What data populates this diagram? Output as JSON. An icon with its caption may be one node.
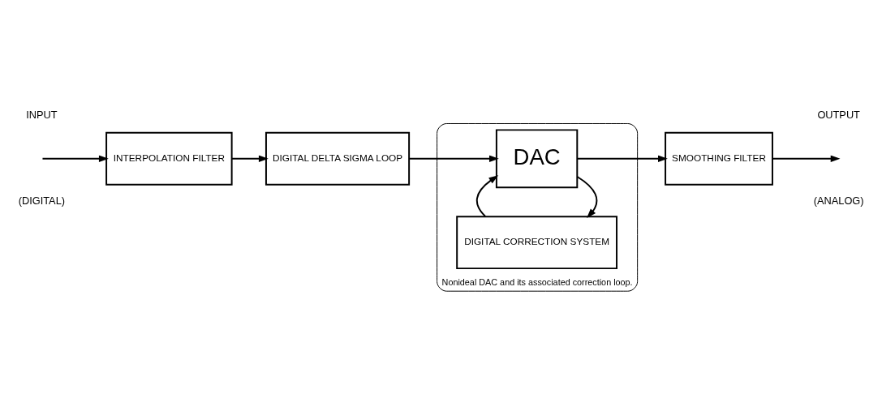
{
  "diagram": {
    "nodes": [
      {
        "text": [
          "INTERPOLATION FILTER"
        ]
      },
      {
        "text": [
          "DIGITAL DELTA SIGMA LOOP"
        ]
      },
      {
        "text": [],
        "shape": "ellipse",
        "beside": [
          "Nonideal DAC and its associated correction loop."
        ]
      },
      {
        "text": [
          "DAC"
        ],
        "in": 2
      },
      {
        "text": [
          "DIGITAL CORRECTION SYSTEM"
        ],
        "in": 2
      },
      {
        "text": [
          "SMOOTHING FILTER"
        ]
      }
    ],
    "edges": [
      {
        "from": null,
        "to": 0,
        "arrow": "to"
      },
      {
        "from": 0,
        "to": 1,
        "arrow": "to"
      },
      {
        "from": 1,
        "to": 3,
        "arrow": "to"
      },
      {
        "from": 3,
        "to": 5,
        "arrow": "to"
      },
      {
        "from": 3,
        "to": 4,
        "arrow": "to"
      },
      {
        "from": 4,
        "to": 3,
        "arrow": "to"
      },
      {
        "from": 5,
        "to": null,
        "arrow": "to"
      }
    ],
    "labels": [
      "INPUT",
      "(DIGITAL)",
      "OUTPUT",
      "(ANALOG)"
    ]
  }
}
